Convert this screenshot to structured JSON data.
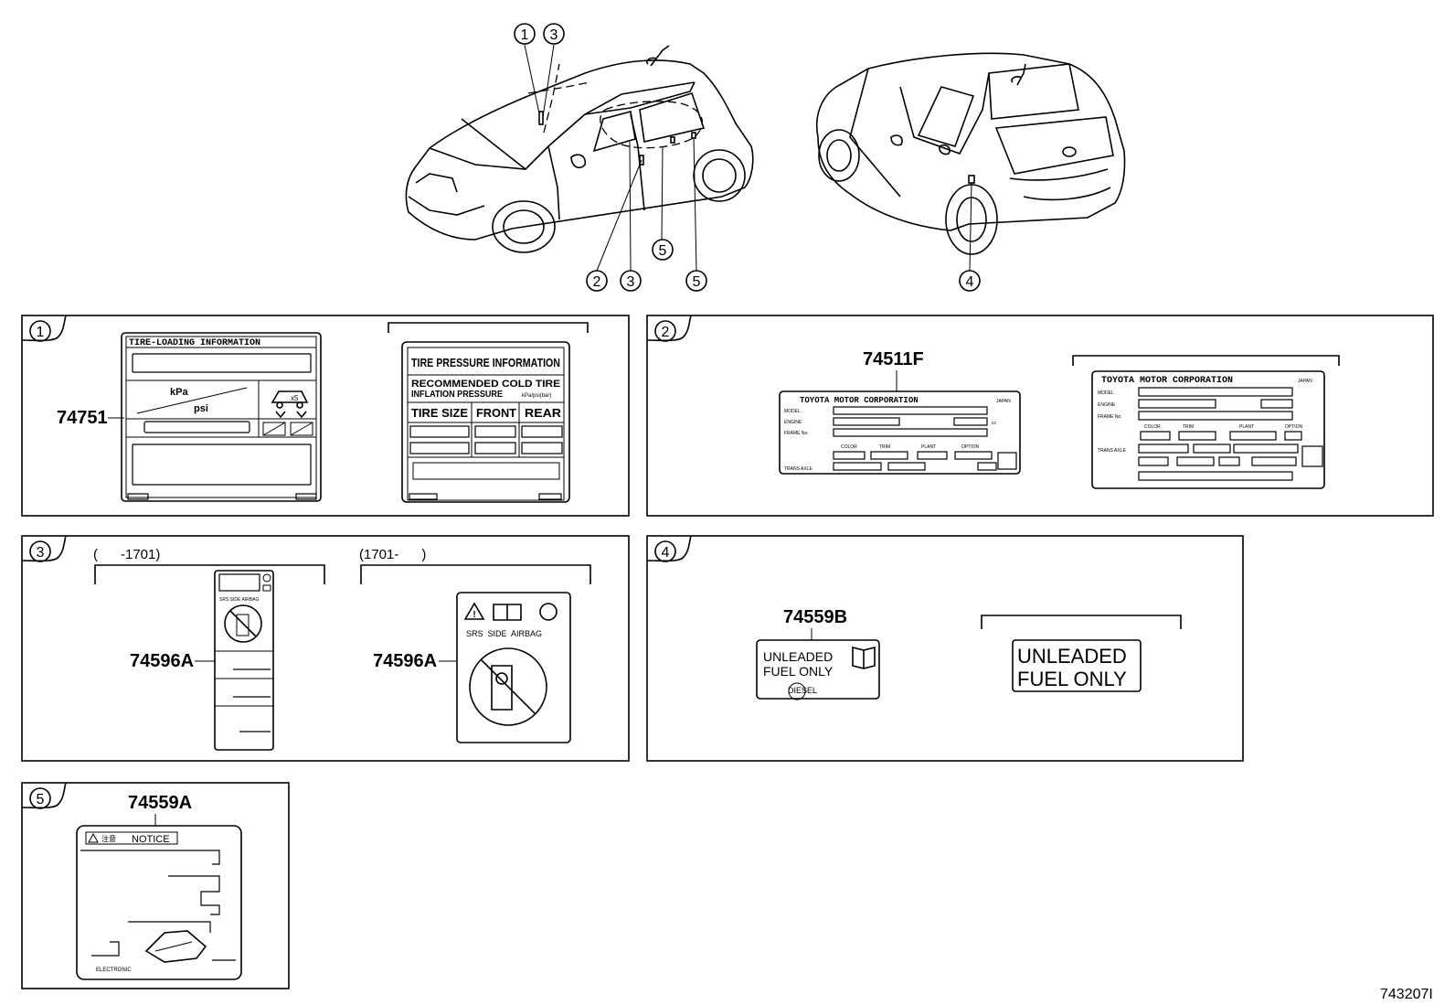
{
  "callouts": {
    "front_top_1": "1",
    "front_top_3": "3",
    "front_bottom_2": "2",
    "front_bottom_3": "3",
    "front_mid_5": "5",
    "front_bottom_5": "5",
    "rear_4": "4"
  },
  "panels": {
    "p1": {
      "badge": "1",
      "part_no": "74751",
      "tire_loading": {
        "title": "TIRE-LOADING INFORMATION",
        "kpa": "kPa",
        "psi": "psi",
        "pictogram": "x5"
      },
      "tire_pressure": {
        "title": "TIRE PRESSURE INFORMATION",
        "line1": "RECOMMENDED COLD TIRE",
        "line2": "INFLATION PRESSURE",
        "unit": "kPa/psi(bar)",
        "col_size": "TIRE SIZE",
        "col_front": "FRONT",
        "col_rear": "REAR"
      }
    },
    "p2": {
      "badge": "2",
      "part_no": "74511F",
      "plate": {
        "maker": "TOYOTA MOTOR CORPORATION",
        "country": "JAPAN",
        "model": "MODEL",
        "engine": "ENGINE",
        "frame": "FRAME No.",
        "color": "COLOR",
        "trim": "TRIM",
        "plant": "PLANT",
        "option": "OPTION",
        "trans": "TRANS AXLE",
        "unit": "cc"
      }
    },
    "p3": {
      "badge": "3",
      "range_left": "(      -1701)",
      "range_right": "(1701-      )",
      "part_no_left": "74596A",
      "part_no_right": "74596A",
      "airbag_small": "SRS SIDE AIRBAG",
      "airbag_big": "SRS  SIDE  AIRBAG"
    },
    "p4": {
      "badge": "4",
      "part_no": "74559B",
      "line1": "UNLEADED",
      "line2": "FUEL ONLY",
      "diesel": "DIESEL",
      "alt_line1": "UNLEADED",
      "alt_line2": "FUEL ONLY"
    },
    "p5": {
      "badge": "5",
      "part_no": "74559A",
      "notice": "NOTICE",
      "notice_jp": "注意",
      "foot": "ELECTRONIC"
    }
  },
  "figure_id": "743207I"
}
